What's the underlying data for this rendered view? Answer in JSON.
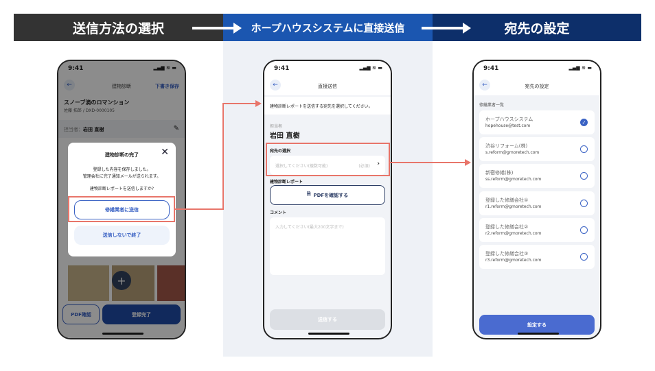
{
  "steps": [
    {
      "label": "送信方法の選択",
      "color": "#333333"
    },
    {
      "label": "ホープハウスシステムに直接送信",
      "color": "#1b56b0"
    },
    {
      "label": "宛先の設定",
      "color": "#0d2f6a"
    }
  ],
  "status_time": "9:41",
  "status_icons": "▂▄▆ ≋ ▬",
  "screen1": {
    "nav_title": "建物診断",
    "draft_save": "下書き保存",
    "property_name": "スノーブ滴のロマンション",
    "property_sub": "佐藤 拓郎 / DXD-0000105",
    "assignee_label": "担当者：",
    "assignee": "岩田 直樹",
    "modal": {
      "title": "建物診断の完了",
      "line1": "登録した内容を保存しました。",
      "line2": "管理会社に完了通知メールが送られます。",
      "question": "建物診断レポートを送信しますか?",
      "send_btn": "修繕業者に送信",
      "skip_btn": "送信しないで終了"
    },
    "pdf_btn": "PDF確認",
    "complete_btn": "登録完了",
    "add": "+"
  },
  "screen2": {
    "nav_title": "直接送信",
    "instruction": "建物診断レポートを送信する宛先を選択してください。",
    "assignee_label": "担当者",
    "assignee": "岩田 直樹",
    "dest_label": "宛先の選択",
    "dest_placeholder": "選択してください(複数可能)",
    "required": "(必須)",
    "report_label": "建物診断レポート",
    "pdf_btn": "PDFを確認する",
    "comment_label": "コメント",
    "comment_placeholder": "入力してください(最大200文字まで)",
    "send_btn": "送信する"
  },
  "screen3": {
    "nav_title": "宛先の設定",
    "list_label": "修繕業者一覧",
    "items": [
      {
        "name": "ホープハウスシステム",
        "email": "hopehouse@test.com",
        "selected": true
      },
      {
        "name": "渋谷リフォーム(株)",
        "email": "s.reform@gmoretech.com",
        "selected": false
      },
      {
        "name": "新宿修繕(株)",
        "email": "ss.reform@gmoretech.com",
        "selected": false
      },
      {
        "name": "登録した修繕会社①",
        "email": "r1.reform@gmoretech.com",
        "selected": false
      },
      {
        "name": "登録した修繕会社②",
        "email": "r2.reform@gmoretech.com",
        "selected": false
      },
      {
        "name": "登録した修繕会社③",
        "email": "r3.reform@gmoretech.com",
        "selected": false
      }
    ],
    "set_btn": "設定する"
  },
  "colors": {
    "accent": "#3a62c4",
    "highlight": "#e8756a"
  }
}
